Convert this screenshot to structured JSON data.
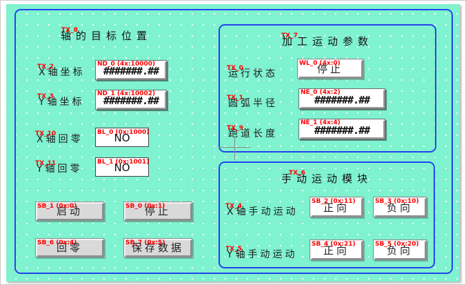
{
  "colors": {
    "canvas_bg": "#7ff2cf",
    "panel_border": "#2343ee",
    "tag_red": "#ff0000",
    "button_face": "#d9d9d9",
    "field_face": "#ffffff"
  },
  "target_position": {
    "title": "轴的目标位置",
    "title_tag": "TX_8",
    "x_coord_label": "X轴坐标",
    "x_coord_tag": "TX_2",
    "x_coord_field_tag": "ND_0 (4x:10000)",
    "x_coord_value": "#######.##",
    "y_coord_label": "Y轴坐标",
    "y_coord_tag": "TX_3",
    "y_coord_field_tag": "ND_1 (4x:10002)",
    "y_coord_value": "#######.##",
    "x_home_label": "X轴回零",
    "x_home_tag": "TX_10",
    "x_home_field_tag": "BL_0 (0x:1000)",
    "x_home_value": "NO",
    "y_home_label": "Y轴回零",
    "y_home_tag": "TX_11",
    "y_home_field_tag": "BL_1 (0x:1001)",
    "y_home_value": "NO",
    "start_button": {
      "label": "启动",
      "tag": "SB_1 (0x:0)"
    },
    "stop_button": {
      "label": "停止",
      "tag": "SB_0 (0x:1)"
    },
    "home_button": {
      "label": "回零",
      "tag": "SB_6 (0x:4)"
    },
    "save_button": {
      "label": "保存数据",
      "tag": "SB_7 (0x:5)"
    }
  },
  "machining_params": {
    "title": "加工运动参数",
    "title_tag": "TX_7",
    "run_state_label": "运行状态",
    "run_state_tag": "TX_0",
    "run_state_field_tag": "WL_0 (4x:0)",
    "run_state_value": "停止",
    "arc_radius_label": "圆弧半径",
    "arc_radius_tag": "TX_1",
    "arc_radius_field_tag": "NE_0 (4x:2)",
    "arc_radius_value": "#######.##",
    "track_length_label": "跑道长度",
    "track_length_tag": "TX_9",
    "track_length_field_tag": "NE_1 (4x:4)",
    "track_length_value": "#######.##"
  },
  "manual_module": {
    "title": "手动运动模块",
    "title_tag": "TX_6",
    "x_label": "X轴手动运动",
    "x_tag": "TX_4",
    "x_forward": {
      "label": "正向",
      "tag": "SB_2 (0x:11)"
    },
    "x_backward": {
      "label": "负向",
      "tag": "SB_3 (0x:10)"
    },
    "y_label": "Y轴手动运动",
    "y_tag": "TX_5",
    "y_forward": {
      "label": "正向",
      "tag": "SB_4 (0x:21)"
    },
    "y_backward": {
      "label": "负向",
      "tag": "SB_5 (0x:20)"
    }
  }
}
